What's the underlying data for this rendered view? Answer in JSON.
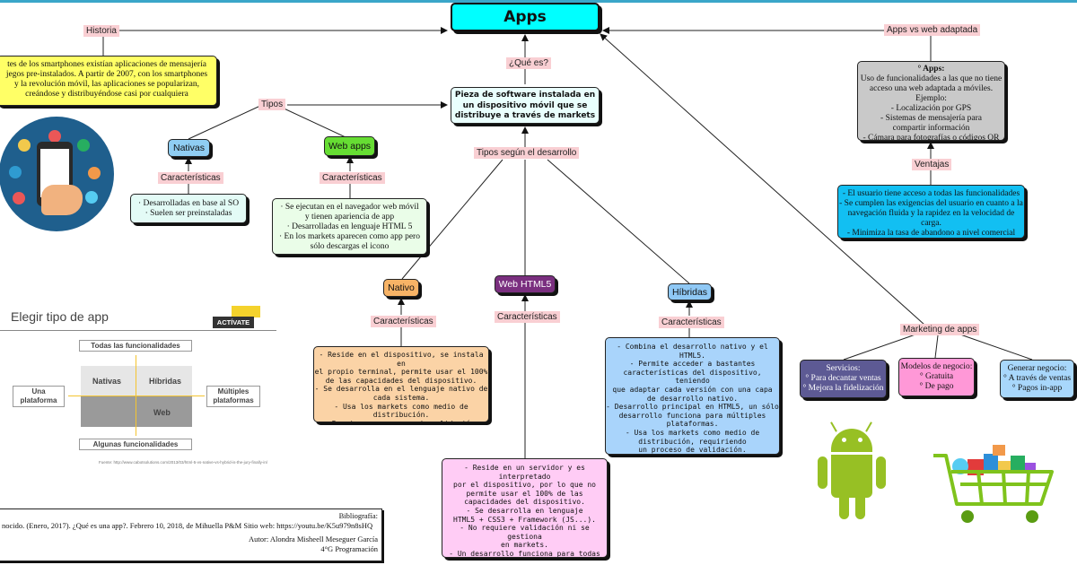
{
  "title": "Apps (Aplicaciones)",
  "definition": "Pieza de software instalada en un dispositivo móvil que se distribuye a través de markets",
  "labels": {
    "historia": "Historia",
    "que_es": "¿Qué es?",
    "tipos": "Tipos",
    "tipos_desarrollo": "Tipos según el desarrollo",
    "apps_vs_web": "Apps vs web adaptada",
    "ventajas": "Ventajas",
    "marketing": "Marketing de apps",
    "caracteristicas": "Características"
  },
  "historia_text": "tes de los smartphones existían aplicaciones de mensajería\njegos pre-instalados. A partir de 2007, con los smartphones\ny la revolución móvil, las aplicaciones se popularizan,\ncreándose y distribuyéndose casi por cualquiera",
  "nativas": {
    "name": "Nativas",
    "text": "· Desarrolladas en base al SO\n· Suelen ser preinstaladas"
  },
  "webapps": {
    "name": "Web apps",
    "text": "· Se ejecutan en el navegador web móvil\ny tienen apariencia de app\n· Desarrolladas en lenguaje HTML 5\n· En los markets aparecen como app pero\nsólo descargas el icono"
  },
  "nativo": {
    "name": "Nativo",
    "text": "- Reside en el dispositivo, se instala en\nel propio terminal, permite usar el 100%\nde las capacidades del dispositivo.\n- Se desarrolla en el lenguaje nativo de\ncada sistema.\n- Usa los markets como medio de\ndistribución.\n- Requiere un proceso de validación."
  },
  "webhtml5": {
    "name": "Web HTML5",
    "text": "- Reside en un servidor y es\ninterpretado\npor el dispositivo, por lo que no\npermite usar el 100% de las\ncapacidades del dispositivo.\n- Se desarrolla en lenguaje\nHTML5 + CSS3 + Framework (JS...).\n- No requiere validación ni se gestiona\nen markets.\n- Un desarrollo funciona para todas las\nplataformas."
  },
  "hibridas": {
    "name": "Híbridas",
    "text": "- Combina el desarrollo nativo y el\nHTML5.\n- Permite acceder a bastantes\ncaracterísticas del dispositivo,\nteniendo\nque adaptar cada versión con una capa\nde desarrollo nativo.\n- Desarrollo principal en HTML5, un sólo\ndesarrollo funciona para múltiples\nplataformas.\n- Usa los markets como medio de\ndistribución, requiriendo\nun proceso de validación."
  },
  "apps_box": {
    "heading": "° Apps:",
    "text": "Uso de funcionalidades a las que no tiene\nacceso una web adaptada a móviles.\nEjemplo:\n- Localización por GPS\n- Sistemas de mensajería para\ncompartir información\n- Cámara para fotografías o códigos QR"
  },
  "ventajas_text": "- El usuario tiene acceso a todas las funcionalidades\n- Se cumplen las exigencias del usuario en cuanto a la\nnavegación fluida y la rapidez en la velocidad de\ncarga.\n- Minimiza la tasa de abandono a nivel comercial",
  "servicios": "Servicios:\n° Para decantar ventas\n° Mejora la fidelización",
  "modelos": "Modelos de negocio:\n° Gratuita\n° De pago",
  "generar": "Generar negocio:\n° A través de ventas\n° Pagos in-app",
  "inset": {
    "title": "Elegir tipo de app",
    "badge": "ACTÍVATE",
    "top": "Todas las funcionalidades",
    "bottom": "Algunas funcionalidades",
    "left": "Una\nplataforma",
    "right": "Múltiples\nplataformas",
    "q_nativas": "Nativas",
    "q_hibridas": "Híbridas",
    "q_web": "Web",
    "source": "Fuente: http://www.cabotsolutions.com/2013/03/html-5-vs-native-vs-hybrid-is-the-jury-finally-in/"
  },
  "bibliography": {
    "heading": "Bibliografía:",
    "ref": "nocido. (Enero, 2017). ¿Qué es una app?. Febrero 10, 2018, de Mihuella P&M Sitio web: https://youtu.be/K5u979n8sHQ",
    "author": "Autor: Alondra Misheell Meseguer García",
    "course": "4°G Programación"
  },
  "colors": {
    "title": "#00ffff",
    "historia": "#ffff66",
    "nativas": "#8fcdf2",
    "webapps": "#66dd33",
    "nativo": "#f7b366",
    "webhtml5": "#7a2f7f",
    "hibridas": "#8fc8f5",
    "box_nativas": "#e3fbf6",
    "box_webapps": "#eafde8",
    "box_nativo": "#fbd3a6",
    "box_webhtml5": "#ffccf5",
    "box_hibridas": "#a9d4fb",
    "apps_box": "#c9c9c9",
    "ventajas": "#12bff2",
    "servicios": "#5d5a94",
    "modelos": "#ff98d7",
    "generar": "#a8d7fb",
    "label": "#f9cfd3",
    "android": "#97c024"
  }
}
